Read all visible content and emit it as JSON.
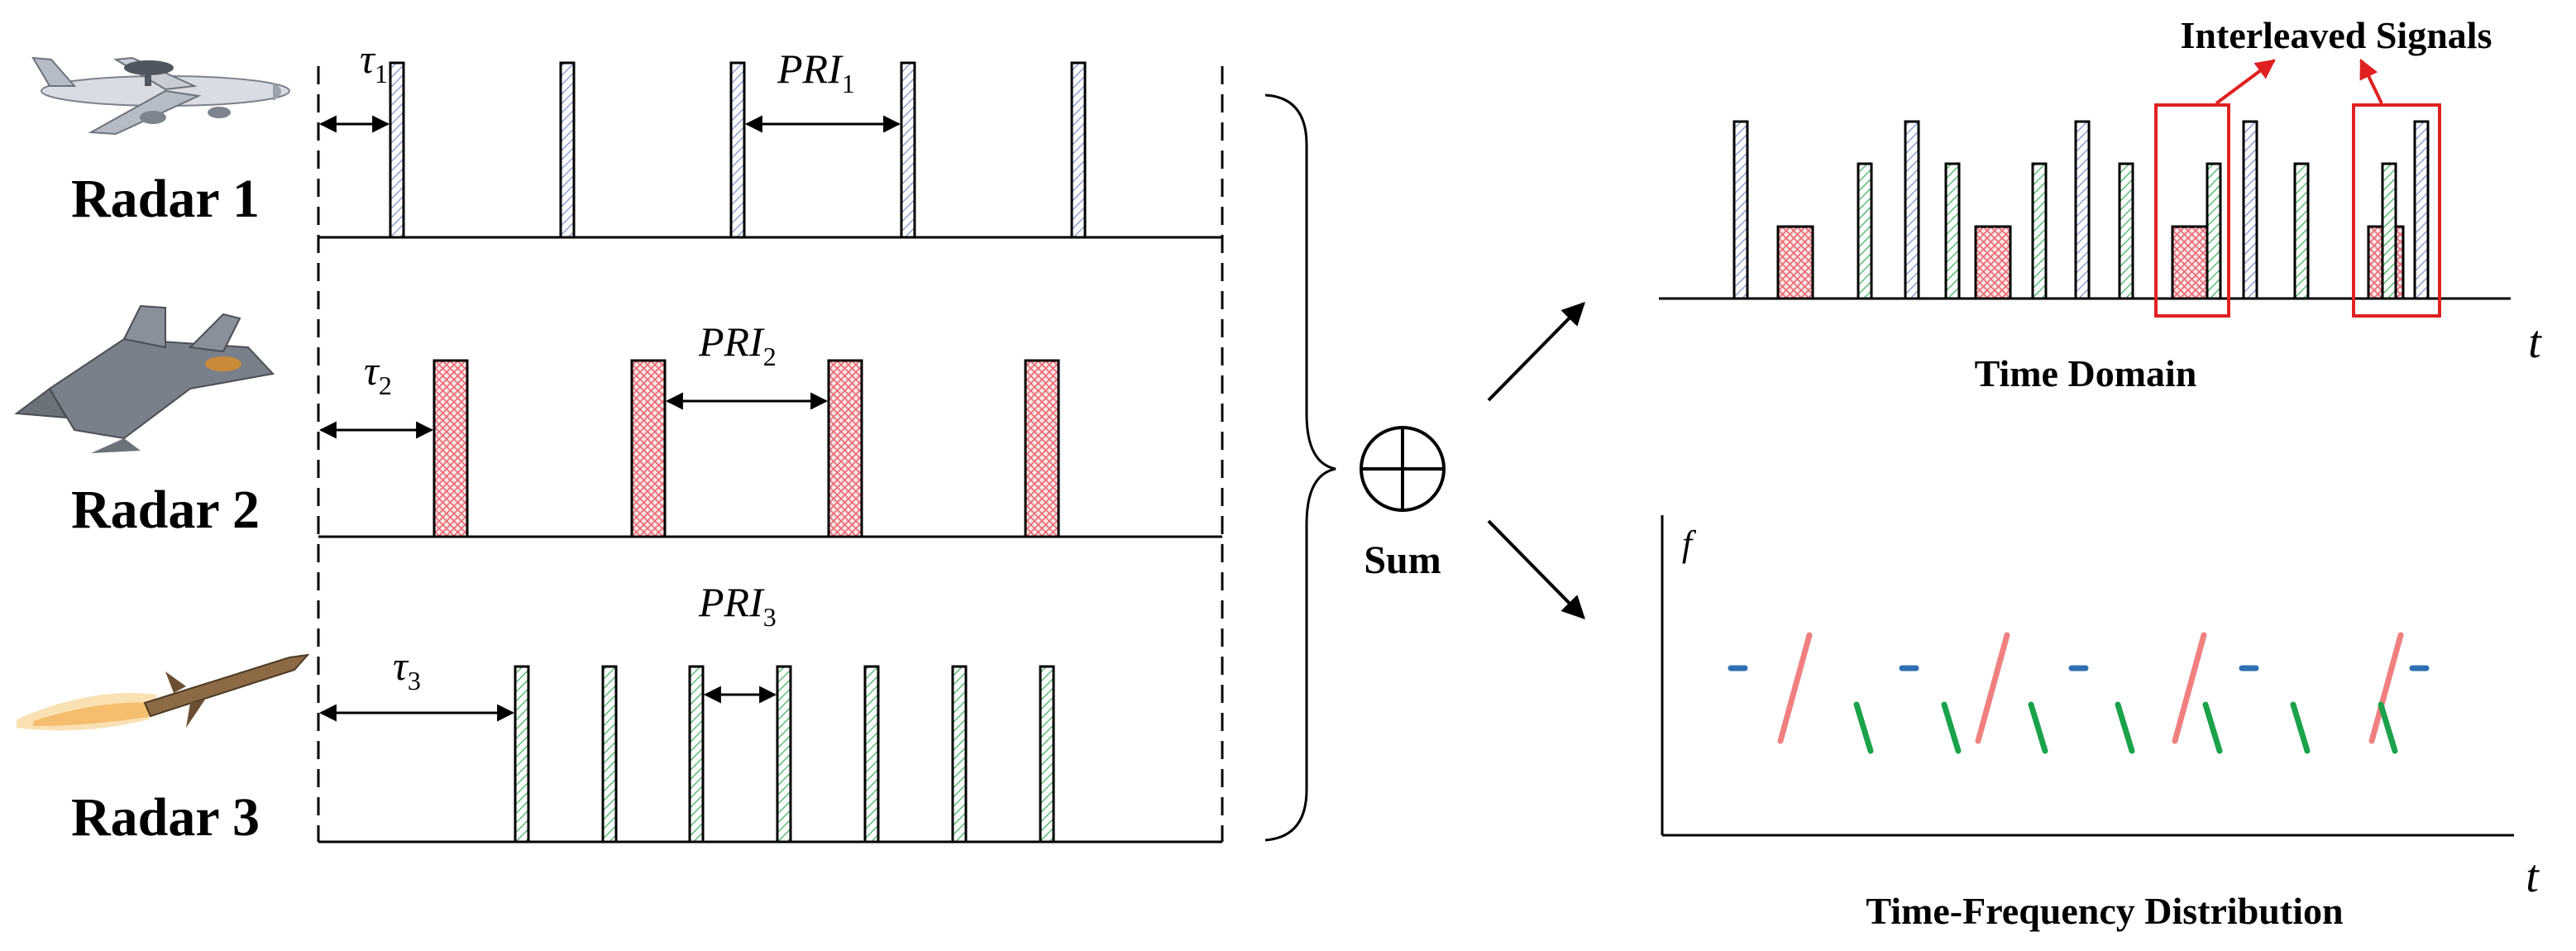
{
  "radars": [
    {
      "label": "Radar 1",
      "tau": "τ",
      "tau_sub": "1",
      "pri": "PRI",
      "pri_sub": "1",
      "platform_icon": "awacs-aircraft-icon"
    },
    {
      "label": "Radar 2",
      "tau": "τ",
      "tau_sub": "2",
      "pri": "PRI",
      "pri_sub": "2",
      "platform_icon": "fighter-jet-icon"
    },
    {
      "label": "Radar 3",
      "tau": "τ",
      "tau_sub": "3",
      "pri": "PRI",
      "pri_sub": "3",
      "platform_icon": "missile-icon"
    }
  ],
  "sum": {
    "symbol": "⊕",
    "label": "Sum"
  },
  "time_domain": {
    "title": "Time Domain",
    "axis": "t",
    "callout": "Interleaved Signals"
  },
  "tf": {
    "title": "Time-Frequency Distribution",
    "x_axis": "t",
    "y_axis": "f"
  },
  "colors": {
    "radar1": "#b7c6e8",
    "radar2": "#ef7f86",
    "radar3": "#7cc98f",
    "tf_blue": "#2f6fb3",
    "tf_red": "#f08080",
    "tf_green": "#1aa34a",
    "callout_red": "#e02020"
  }
}
